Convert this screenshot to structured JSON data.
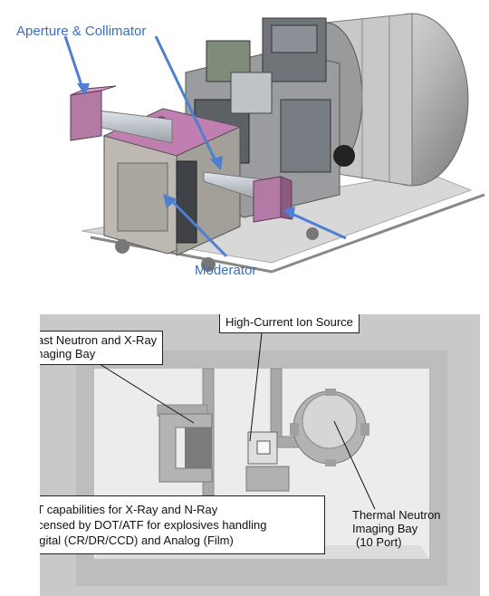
{
  "top_image": {
    "labels": {
      "aperture_collimator": "Aperture & Collimator",
      "moderator": "Moderator"
    },
    "colors": {
      "label": "#3a6ec0",
      "arrow": "#4f7fd0",
      "aperture_block": "#b47aa6"
    }
  },
  "bottom_image": {
    "labels": {
      "ion_source": "High-Current Ion Source",
      "fast_neutron_bay_line1": "Fast Neutron and X-Ray",
      "fast_neutron_bay_line2": "Imaging Bay",
      "thermal_bay_line1": "Thermal Neutron",
      "thermal_bay_line2": "Imaging Bay",
      "thermal_bay_line3": "(10 Port)"
    },
    "bullets": [
      "CT capabilities for X-Ray and N-Ray",
      "Licensed by DOT/ATF for explosives handling",
      "Digital (CR/DR/CCD) and Analog (Film)"
    ]
  }
}
